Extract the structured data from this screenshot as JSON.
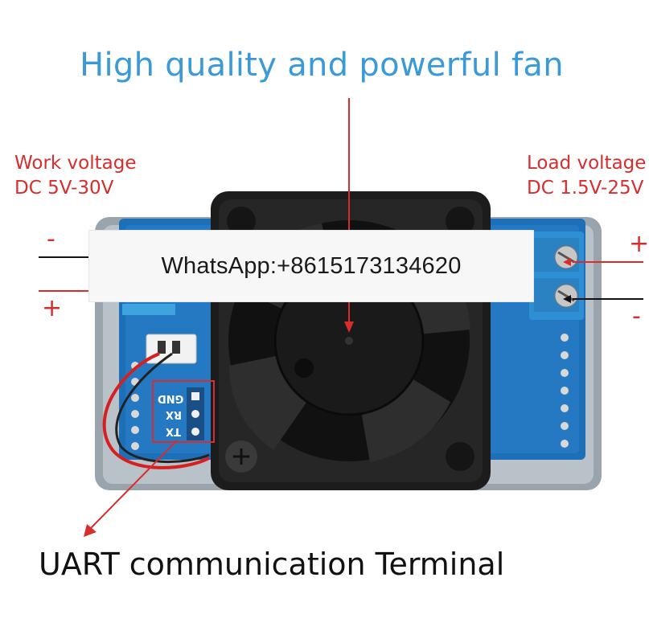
{
  "headline": "High quality and powerful fan",
  "work_voltage": {
    "line1": "Work voltage",
    "line2": "DC 5V-30V",
    "minus": "-",
    "plus": "+"
  },
  "load_voltage": {
    "line1": "Load voltage",
    "line2": "DC 1.5V-25V",
    "plus": "+",
    "minus": "-"
  },
  "watermark": "WhatsApp:+8615173134620",
  "uart_pins": {
    "gnd": "GND",
    "rx": "RX",
    "tx": "TX"
  },
  "uart_caption": "UART communication Terminal",
  "colors": {
    "headline": "#3a9ad9",
    "annotation_red": "#d92d2d",
    "pcb_blue": "#1d6fb8",
    "fan_black": "#1c1c1c",
    "case_gray": "#9aa4ad"
  }
}
